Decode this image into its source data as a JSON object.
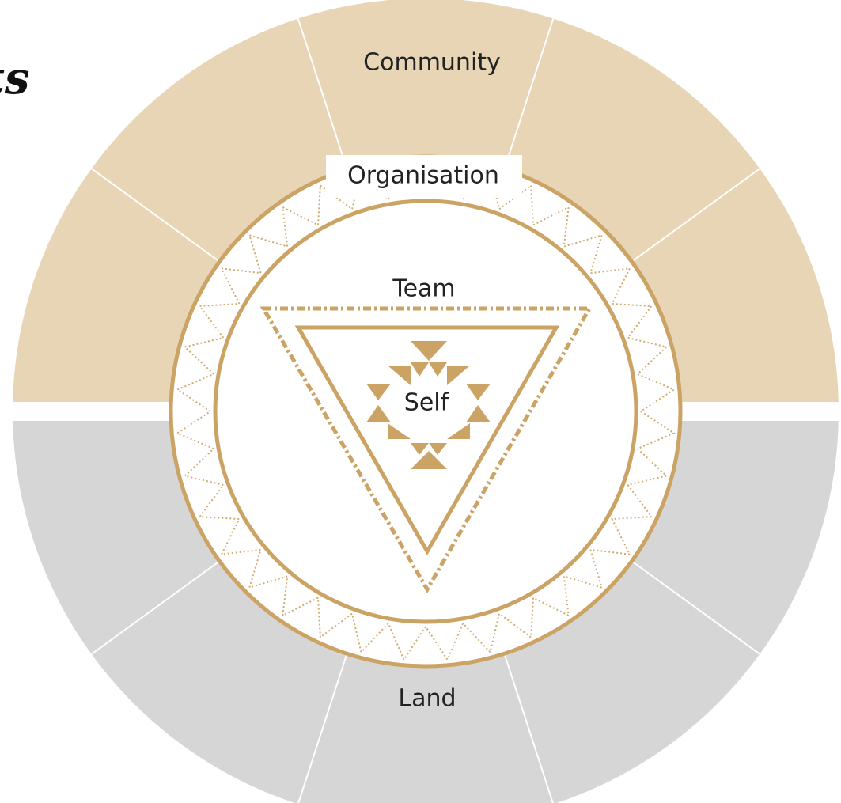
{
  "diagram": {
    "layers": {
      "community": "Community",
      "organisation": "Organisation",
      "team": "Team",
      "self": "Self",
      "land": "Land"
    },
    "title_fragment": "ts",
    "colors": {
      "community_fill": "#e8d5b5",
      "land_fill": "#d6d6d6",
      "accent": "#cba364",
      "divider": "#ffffff",
      "text": "#222222"
    },
    "upper_segments": 5,
    "lower_segments": 5
  }
}
